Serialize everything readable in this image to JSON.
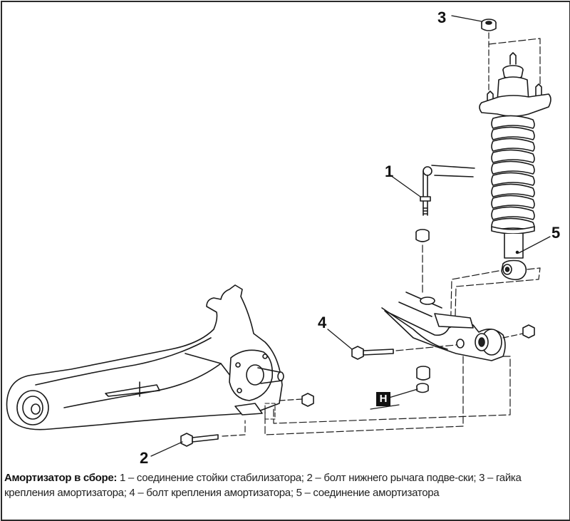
{
  "figure": {
    "callouts": {
      "c1": "1",
      "c2": "2",
      "c3": "3",
      "c4": "4",
      "c5": "5",
      "h": "H"
    },
    "caption": {
      "title": "Амортизатор в сборе:",
      "text": " 1 – соединение стойки стабилизатора; 2 – болт нижнего рычага подве-ски; 3 – гайка крепления амортизатора; 4 – болт крепления амортизатора; 5 – соединение амортизатора"
    },
    "parts": [
      {
        "number": "1",
        "name": "соединение стойки стабилизатора"
      },
      {
        "number": "2",
        "name": "болт нижнего рычага подвески"
      },
      {
        "number": "3",
        "name": "гайка крепления амортизатора"
      },
      {
        "number": "4",
        "name": "болт крепления амортизатора"
      },
      {
        "number": "5",
        "name": "соединение амортизатора"
      }
    ]
  }
}
